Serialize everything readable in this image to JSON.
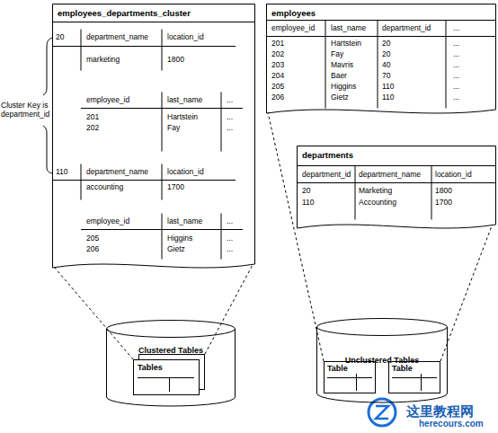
{
  "diagram": {
    "nodes": [
      {
        "text": [
          "employees_departments_cluster"
        ]
      },
      {
        "text": [
          "employees"
        ]
      },
      {
        "text": [
          "departments"
        ]
      },
      {
        "text": [
          "Clustered Tables"
        ]
      },
      {
        "text": [
          "Tables"
        ],
        "in": 3
      },
      {
        "text": [
          "Unclustered Tables"
        ]
      },
      {
        "text": [
          "Table"
        ],
        "in": 5
      },
      {
        "text": [
          "Table"
        ],
        "in": 5
      }
    ],
    "edges": [
      {
        "from": 4,
        "to": 0,
        "arrow": "none"
      },
      {
        "from": 6,
        "to": 1,
        "arrow": "none"
      },
      {
        "from": 7,
        "to": 2,
        "arrow": "none"
      }
    ],
    "labels": [
      "Cluster Key is department_id",
      "20",
      "department_name",
      "location_id",
      "marketing",
      "1800",
      "employee_id",
      "last_name",
      "...",
      "201",
      "Hartstein",
      "...",
      "202",
      "Fay",
      "...",
      "110",
      "department_name",
      "location_id",
      "accounting",
      "1700",
      "employee_id",
      "last_name",
      "...",
      "205",
      "Higgins",
      "...",
      "206",
      "Gietz",
      "...",
      "employee_id",
      "last_name",
      "department_id",
      "...",
      "201",
      "Hartstein",
      "20",
      "...",
      "202",
      "Fay",
      "20",
      "...",
      "203",
      "Mavris",
      "40",
      "...",
      "204",
      "Baer",
      "70",
      "...",
      "205",
      "Higgins",
      "110",
      "...",
      "206",
      "Gietz",
      "110",
      "...",
      "department_id",
      "department_name",
      "location_id",
      "20",
      "Marketing",
      "1800",
      "110",
      "Accounting",
      "1700",
      "这里教程网",
      "herecours.com"
    ]
  }
}
